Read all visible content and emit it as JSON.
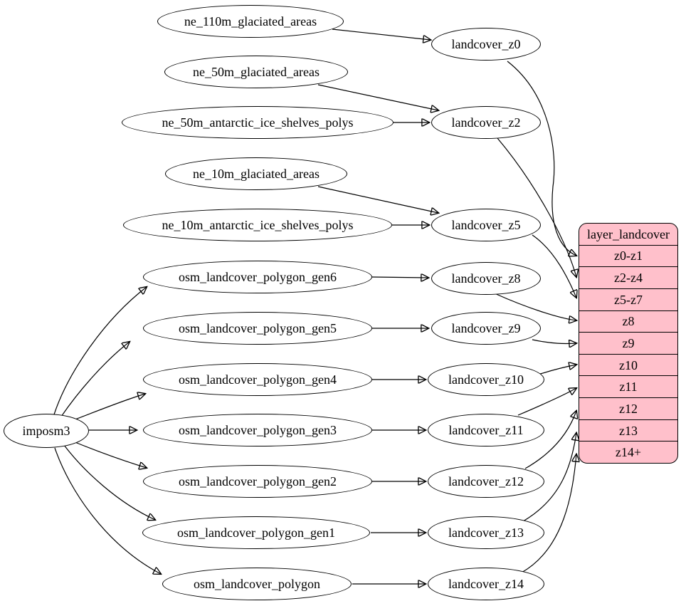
{
  "colors": {
    "background": "#ffffff",
    "node_fill": "#ffffff",
    "node_stroke": "#000000",
    "edge": "#000000",
    "table_fill": "#ffc0cb"
  },
  "labels": {
    "imposm3": "imposm3",
    "ne_110m_glaciated_areas": "ne_110m_glaciated_areas",
    "ne_50m_glaciated_areas": "ne_50m_glaciated_areas",
    "ne_50m_antarctic_ice_shelves_polys": "ne_50m_antarctic_ice_shelves_polys",
    "ne_10m_glaciated_areas": "ne_10m_glaciated_areas",
    "ne_10m_antarctic_ice_shelves_polys": "ne_10m_antarctic_ice_shelves_polys",
    "osm_landcover_polygon_gen6": "osm_landcover_polygon_gen6",
    "osm_landcover_polygon_gen5": "osm_landcover_polygon_gen5",
    "osm_landcover_polygon_gen4": "osm_landcover_polygon_gen4",
    "osm_landcover_polygon_gen3": "osm_landcover_polygon_gen3",
    "osm_landcover_polygon_gen2": "osm_landcover_polygon_gen2",
    "osm_landcover_polygon_gen1": "osm_landcover_polygon_gen1",
    "osm_landcover_polygon": "osm_landcover_polygon",
    "landcover_z0": "landcover_z0",
    "landcover_z2": "landcover_z2",
    "landcover_z5": "landcover_z5",
    "landcover_z8": "landcover_z8",
    "landcover_z9": "landcover_z9",
    "landcover_z10": "landcover_z10",
    "landcover_z11": "landcover_z11",
    "landcover_z12": "landcover_z12",
    "landcover_z13": "landcover_z13",
    "landcover_z14": "landcover_z14"
  },
  "table": {
    "title": "layer_landcover",
    "rows": [
      "z0-z1",
      "z2-z4",
      "z5-z7",
      "z8",
      "z9",
      "z10",
      "z11",
      "z12",
      "z13",
      "z14+"
    ]
  },
  "edges": [
    {
      "from": "ne_110m_glaciated_areas",
      "to": "landcover_z0"
    },
    {
      "from": "ne_50m_glaciated_areas",
      "to": "landcover_z2"
    },
    {
      "from": "ne_50m_antarctic_ice_shelves_polys",
      "to": "landcover_z2"
    },
    {
      "from": "ne_10m_glaciated_areas",
      "to": "landcover_z5"
    },
    {
      "from": "ne_10m_antarctic_ice_shelves_polys",
      "to": "landcover_z5"
    },
    {
      "from": "imposm3",
      "to": "osm_landcover_polygon_gen6"
    },
    {
      "from": "imposm3",
      "to": "osm_landcover_polygon_gen5"
    },
    {
      "from": "imposm3",
      "to": "osm_landcover_polygon_gen4"
    },
    {
      "from": "imposm3",
      "to": "osm_landcover_polygon_gen3"
    },
    {
      "from": "imposm3",
      "to": "osm_landcover_polygon_gen2"
    },
    {
      "from": "imposm3",
      "to": "osm_landcover_polygon_gen1"
    },
    {
      "from": "imposm3",
      "to": "osm_landcover_polygon"
    },
    {
      "from": "osm_landcover_polygon_gen6",
      "to": "landcover_z8"
    },
    {
      "from": "osm_landcover_polygon_gen5",
      "to": "landcover_z9"
    },
    {
      "from": "osm_landcover_polygon_gen4",
      "to": "landcover_z10"
    },
    {
      "from": "osm_landcover_polygon_gen3",
      "to": "landcover_z11"
    },
    {
      "from": "osm_landcover_polygon_gen2",
      "to": "landcover_z12"
    },
    {
      "from": "osm_landcover_polygon_gen1",
      "to": "landcover_z13"
    },
    {
      "from": "osm_landcover_polygon",
      "to": "landcover_z14"
    },
    {
      "from": "landcover_z0",
      "to": "layer_landcover.z0-z1"
    },
    {
      "from": "landcover_z2",
      "to": "layer_landcover.z2-z4"
    },
    {
      "from": "landcover_z5",
      "to": "layer_landcover.z5-z7"
    },
    {
      "from": "landcover_z8",
      "to": "layer_landcover.z8"
    },
    {
      "from": "landcover_z9",
      "to": "layer_landcover.z9"
    },
    {
      "from": "landcover_z10",
      "to": "layer_landcover.z10"
    },
    {
      "from": "landcover_z11",
      "to": "layer_landcover.z11"
    },
    {
      "from": "landcover_z12",
      "to": "layer_landcover.z12"
    },
    {
      "from": "landcover_z13",
      "to": "layer_landcover.z13"
    },
    {
      "from": "landcover_z14",
      "to": "layer_landcover.z14+"
    }
  ]
}
